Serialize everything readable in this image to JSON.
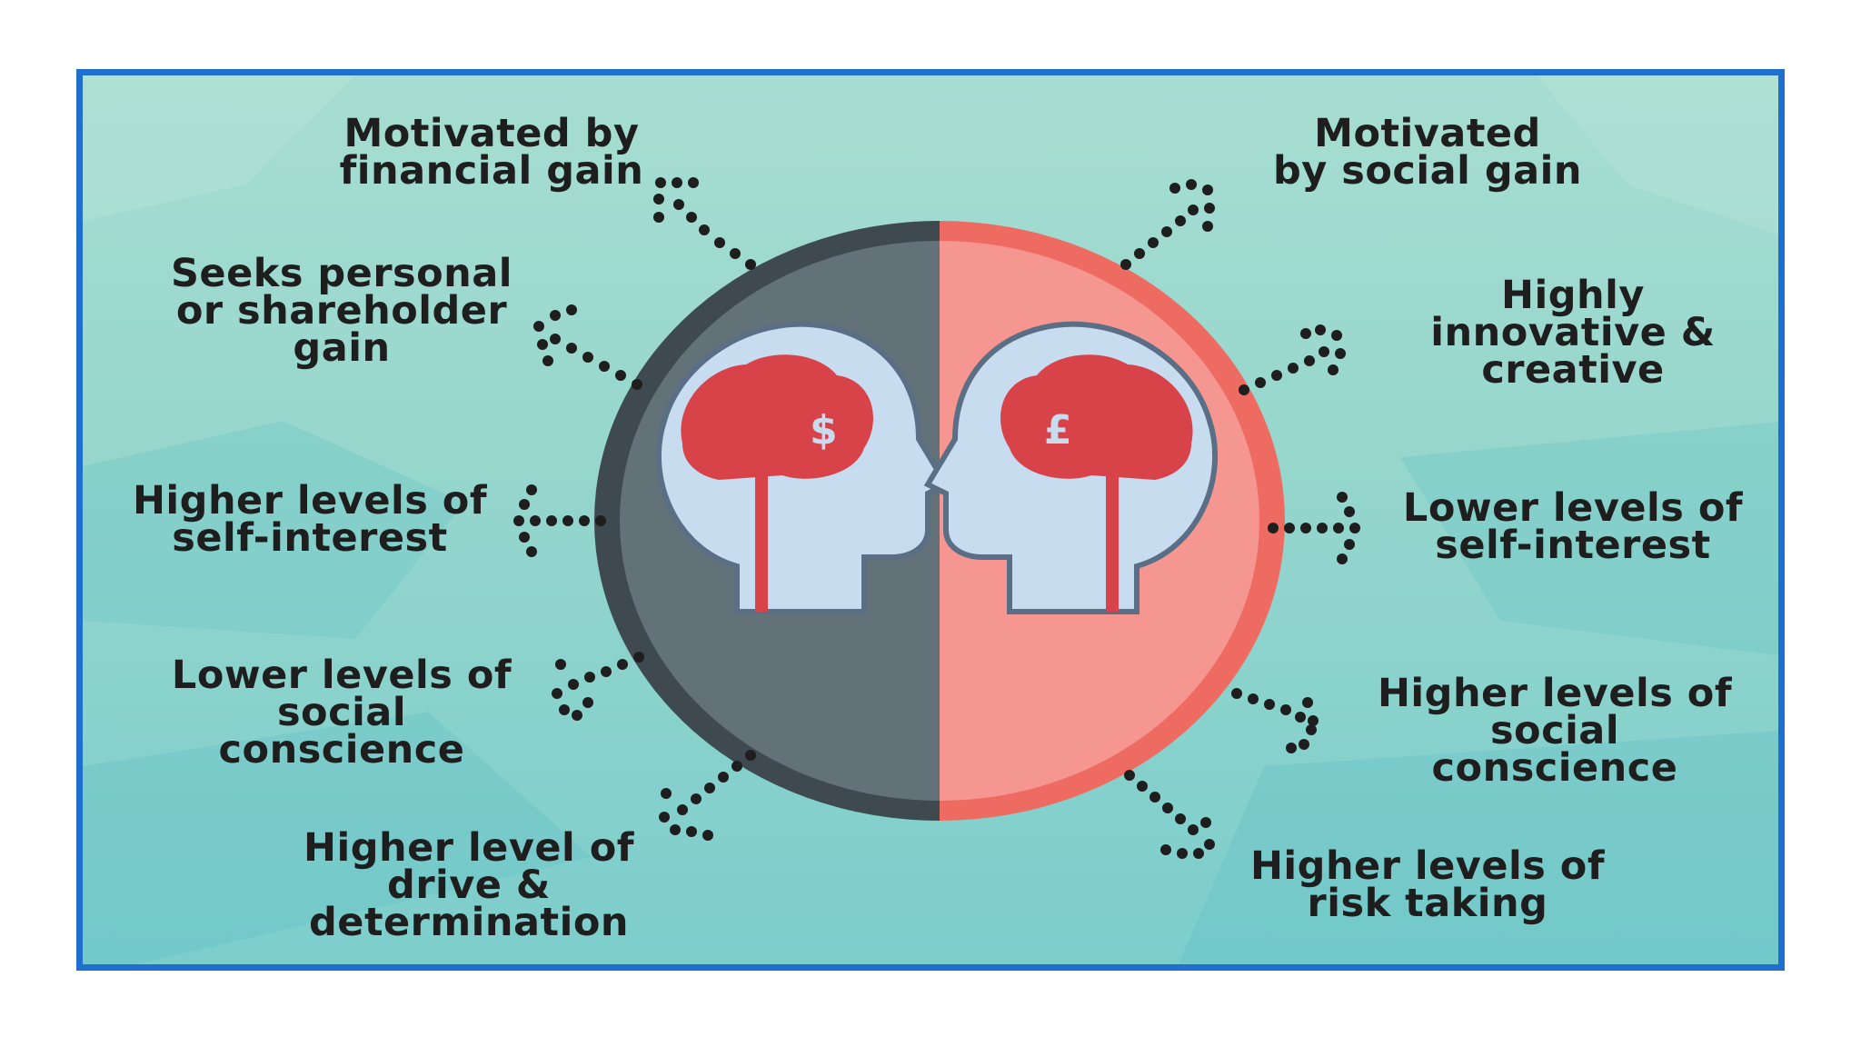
{
  "colors": {
    "frame_border": "#1f6fcf",
    "background": "#95d6cd",
    "left_half": "#627278",
    "left_rim": "#3e4a50",
    "right_half": "#f59790",
    "right_rim": "#ee6b62",
    "head_fill": "#c8dcf0",
    "head_outline": "#5a6f86",
    "brain": "#d8434a",
    "text": "#1e1e1e"
  },
  "left_labels": [
    {
      "id": "motivated-financial",
      "text": "Motivated by\nfinancial gain"
    },
    {
      "id": "seeks-personal-gain",
      "text": "Seeks personal\nor shareholder\ngain"
    },
    {
      "id": "higher-self-interest",
      "text": "Higher levels of\nself-interest"
    },
    {
      "id": "lower-social-conscience",
      "text": "Lower levels of\nsocial\nconscience"
    },
    {
      "id": "higher-drive",
      "text": "Higher level of\ndrive &\ndetermination"
    }
  ],
  "right_labels": [
    {
      "id": "motivated-social",
      "text": "Motivated\nby social gain"
    },
    {
      "id": "highly-innovative",
      "text": "Highly\ninnovative &\ncreative"
    },
    {
      "id": "lower-self-interest",
      "text": "Lower levels of\nself-interest"
    },
    {
      "id": "higher-social-conscience",
      "text": "Higher levels of\nsocial\nconscience"
    },
    {
      "id": "higher-risk",
      "text": "Higher levels of\nrisk taking"
    }
  ],
  "icons": {
    "left_head": "head-with-brain-dollar-icon",
    "right_head": "head-with-brain-pound-icon"
  }
}
